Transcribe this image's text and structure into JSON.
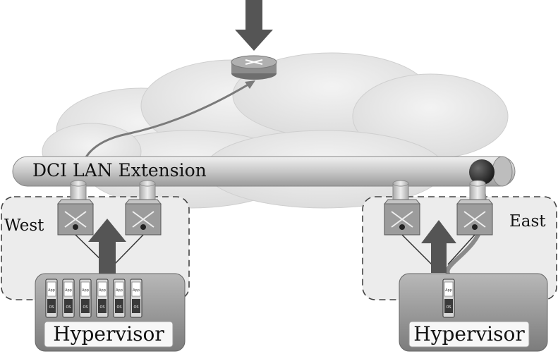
{
  "diagram": {
    "dci_label": "DCI LAN Extension",
    "sites": {
      "west": {
        "label": "West",
        "hypervisor_label": "Hypervisor",
        "vm_count": 6
      },
      "east": {
        "label": "East",
        "hypervisor_label": "Hypervisor",
        "vm_count": 1
      }
    },
    "vm_label_app": "App",
    "vm_label_os": "OS"
  },
  "colors": {
    "cloud": "#e6e6e6",
    "pipe": "#cfcfcf",
    "arrow": "#555555",
    "box": "#a0a0a0",
    "router": "#8c8c8c",
    "dark_node": "#2a2a2a"
  }
}
